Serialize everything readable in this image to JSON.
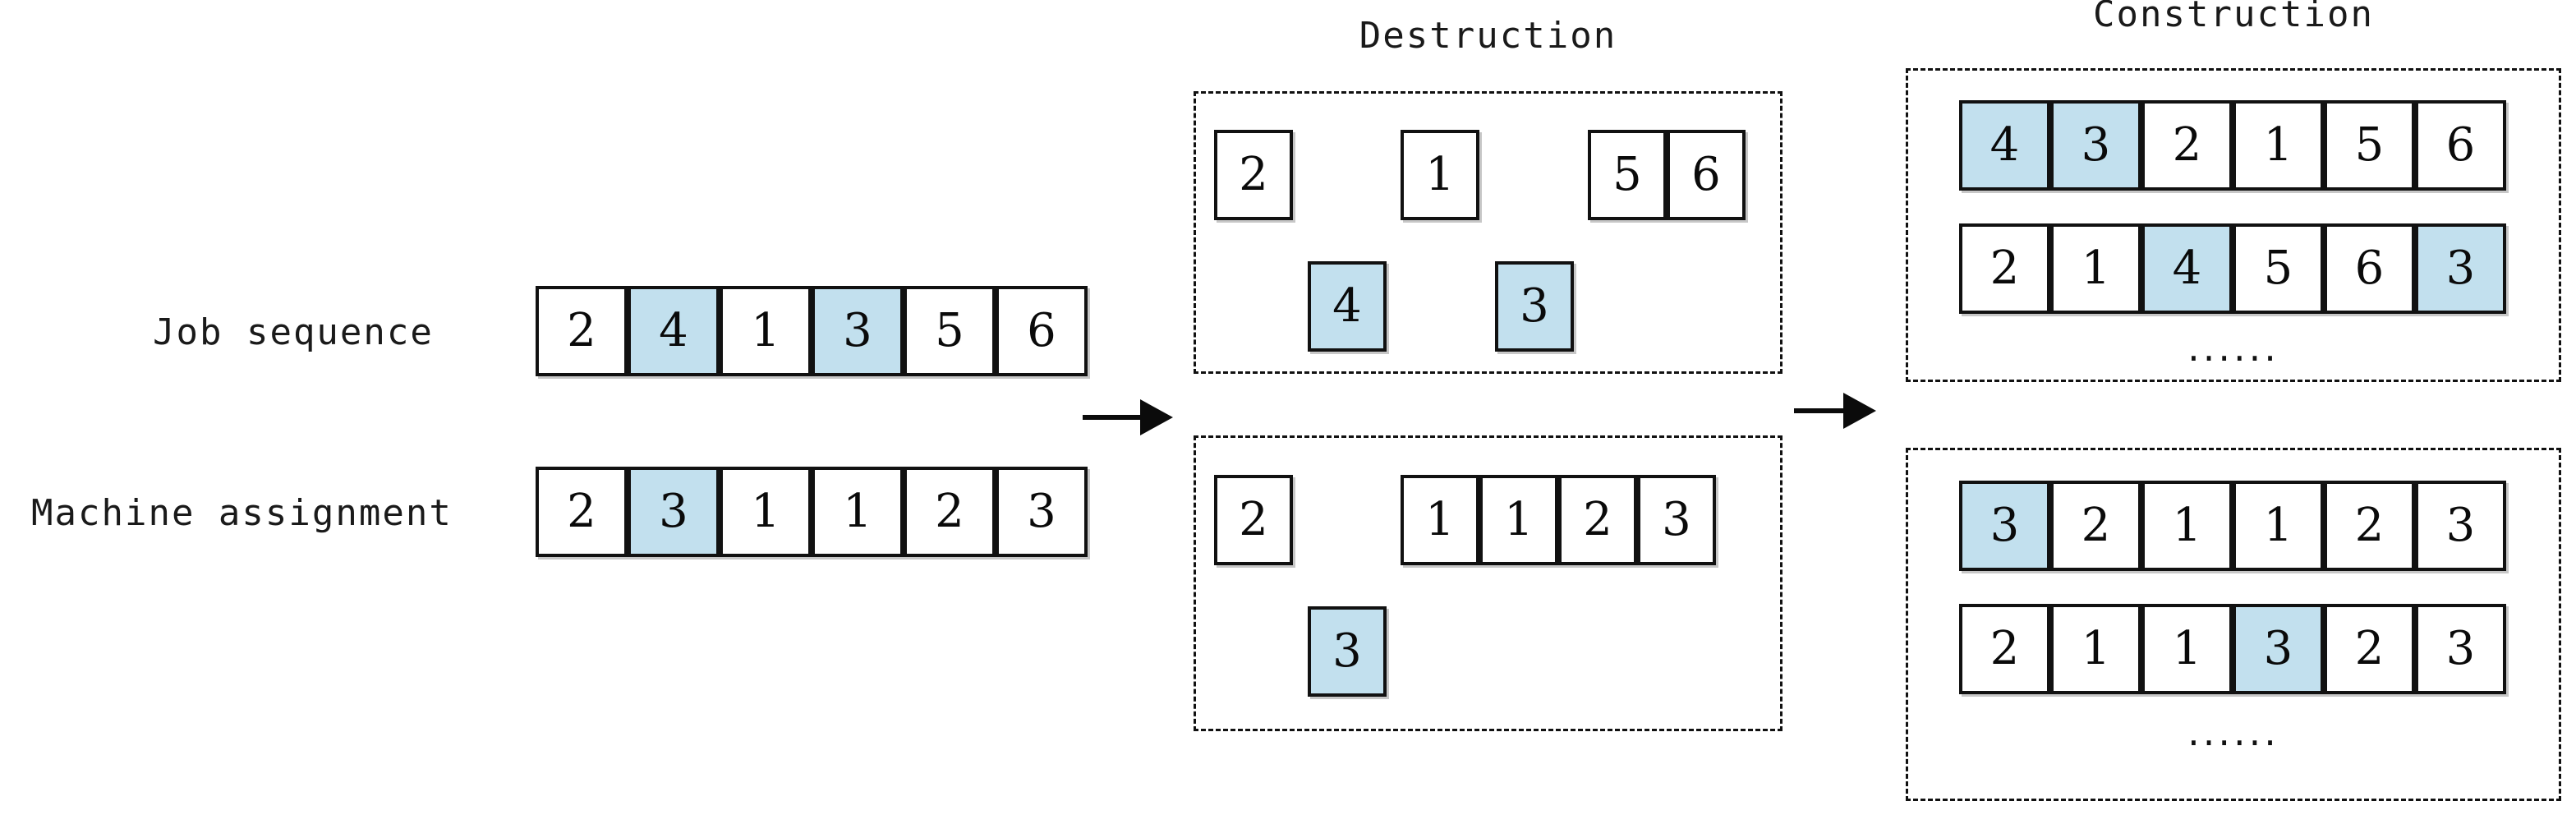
{
  "figure": {
    "background": "#ffffff",
    "highlight_color": "#c2e0ee",
    "line_color": "#111111"
  },
  "labels": {
    "job_sequence": "Job sequence",
    "machine_assignment": "Machine assignment"
  },
  "panels": {
    "destruction_title": "Destruction",
    "construction_title": "Construction"
  },
  "ellipsis": {
    "text": "......"
  },
  "initial_solution": {
    "job_sequence": {
      "values": [
        "2",
        "4",
        "1",
        "3",
        "5",
        "6"
      ],
      "highlight": [
        false,
        true,
        false,
        true,
        false,
        false
      ]
    },
    "machine_assignment": {
      "values": [
        "2",
        "3",
        "1",
        "1",
        "2",
        "3"
      ],
      "highlight": [
        false,
        true,
        false,
        false,
        false,
        false
      ]
    }
  },
  "destruction": {
    "job_sequence": {
      "partial": {
        "values": [
          "2",
          "1",
          "5",
          "6"
        ],
        "highlight": [
          false,
          false,
          false,
          false
        ]
      },
      "removed": {
        "values": [
          "4",
          "3"
        ],
        "highlight": [
          true,
          true
        ]
      }
    },
    "machine_assignment": {
      "partial": {
        "values": [
          "2",
          "1",
          "1",
          "2",
          "3"
        ],
        "highlight": [
          false,
          false,
          false,
          false,
          false
        ]
      },
      "removed": {
        "values": [
          "3"
        ],
        "highlight": [
          true
        ]
      }
    }
  },
  "construction": {
    "job_sequence": {
      "rows": [
        {
          "values": [
            "4",
            "3",
            "2",
            "1",
            "5",
            "6"
          ],
          "highlight": [
            true,
            true,
            false,
            false,
            false,
            false
          ]
        },
        {
          "values": [
            "2",
            "1",
            "4",
            "5",
            "6",
            "3"
          ],
          "highlight": [
            false,
            false,
            true,
            false,
            false,
            true
          ]
        }
      ]
    },
    "machine_assignment": {
      "rows": [
        {
          "values": [
            "3",
            "2",
            "1",
            "1",
            "2",
            "3"
          ],
          "highlight": [
            true,
            false,
            false,
            false,
            false,
            false
          ]
        },
        {
          "values": [
            "2",
            "1",
            "1",
            "3",
            "2",
            "3"
          ],
          "highlight": [
            false,
            false,
            false,
            true,
            false,
            false
          ]
        }
      ]
    }
  }
}
